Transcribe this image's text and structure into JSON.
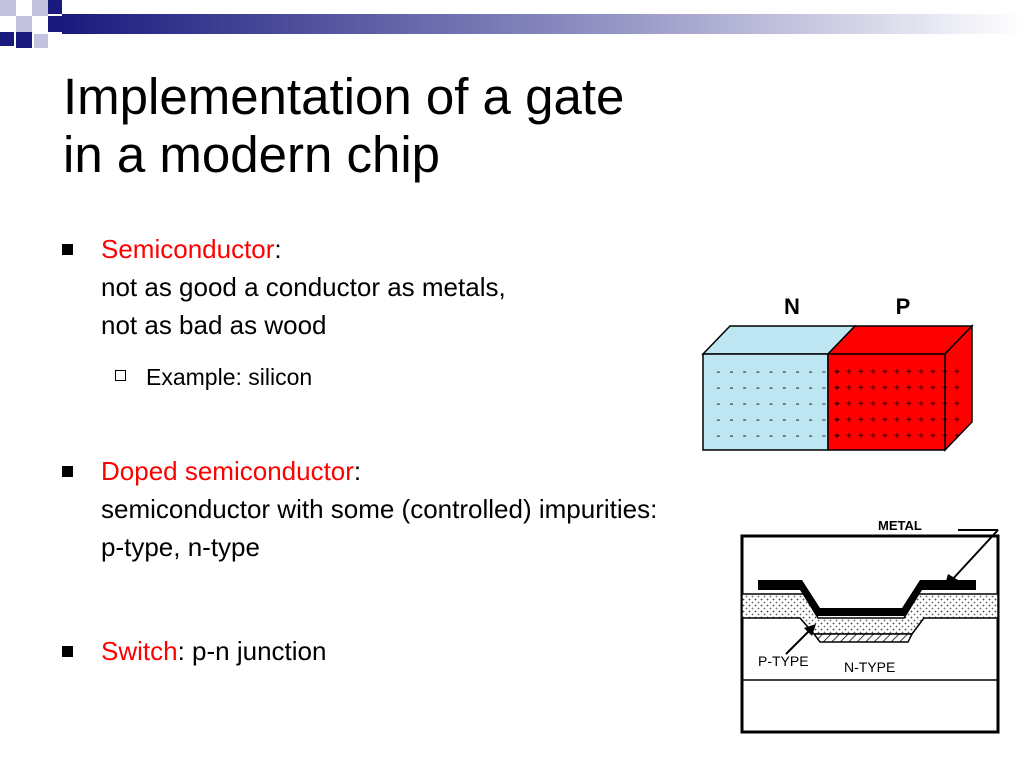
{
  "title": {
    "line1": "Implementation of a gate",
    "line2": "in a modern chip"
  },
  "bullets": [
    {
      "term": "Semiconductor",
      "sep": ":",
      "lines": [
        "not as good a conductor as metals,",
        "not as bad as wood"
      ]
    },
    {
      "term": "Doped semiconductor",
      "sep": ":",
      "lines": [
        "semiconductor with some (controlled) impurities:",
        "p-type, n-type"
      ]
    },
    {
      "term": "Switch",
      "sep": ": p-n junction",
      "lines": []
    }
  ],
  "sub_bullet": "Example: silicon",
  "figure_pn": {
    "left_label": "N",
    "right_label": "P",
    "minus_row": "- - - - - - - - - -",
    "plus_row": "+ + + + + + + + + + +",
    "n_color": "#bde6f2",
    "p_color": "#ff0000"
  },
  "figure_chip": {
    "metal_label": "METAL",
    "ptype_label": "P-TYPE",
    "ntype_label": "N-TYPE"
  },
  "colors": {
    "accent": "#ff0000",
    "deco_dark": "#1a1a7e",
    "deco_light": "#c3c3df"
  }
}
